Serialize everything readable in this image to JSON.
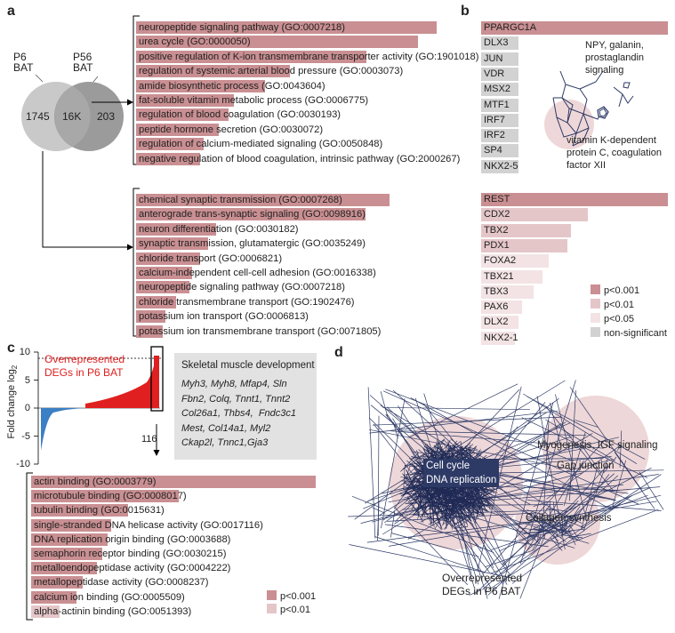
{
  "colors": {
    "p001": "#c98f92",
    "p01": "#e5c6c8",
    "p05": "#f3e3e4",
    "ns": "#d2d2d2",
    "neg_bar": "#3b7fc4",
    "pos_bar": "#e02020",
    "network_line": "#2e3a66",
    "circle": "#eed7d8"
  },
  "panel_a": {
    "letter": "a",
    "venn": {
      "left_label": "P6\nBAT",
      "right_label": "P56\nBAT",
      "left_count": "1745",
      "shared_count": "16K",
      "right_count": "203"
    },
    "top_terms": [
      {
        "label": "neuropeptide signaling pathway (GO:0007218)",
        "value": 0.98,
        "sig": "p001"
      },
      {
        "label": "urea cycle (GO:0000050)",
        "value": 0.92,
        "sig": "p001"
      },
      {
        "label": "positive regulation of K-ion transmembrane transporter activity (GO:1901018)",
        "value": 0.75,
        "sig": "p001"
      },
      {
        "label": "regulation of systemic arterial blood pressure (GO:0003073)",
        "value": 0.5,
        "sig": "p001"
      },
      {
        "label": "amide biosynthetic process (GO:0043604)",
        "value": 0.42,
        "sig": "p001"
      },
      {
        "label": "fat-soluble vitamin metabolic process (GO:0006775)",
        "value": 0.32,
        "sig": "p001"
      },
      {
        "label": "regulation of blood coagulation (GO:0030193)",
        "value": 0.3,
        "sig": "p001"
      },
      {
        "label": "peptide hormone secretion (GO:0030072)",
        "value": 0.27,
        "sig": "p001"
      },
      {
        "label": "regulation of calcium-mediated signaling (GO:0050848)",
        "value": 0.22,
        "sig": "p001"
      },
      {
        "label": "negative regulation of blood coagulation, intrinsic pathway (GO:2000267)",
        "value": 0.21,
        "sig": "p001"
      }
    ],
    "bottom_terms": [
      {
        "label": "chemical synaptic transmission (GO:0007268)",
        "value": 0.95,
        "sig": "p001"
      },
      {
        "label": "anterograde trans-synaptic signaling (GO:0098916)",
        "value": 0.86,
        "sig": "p001"
      },
      {
        "label": "neuron differentiation (GO:0030182)",
        "value": 0.3,
        "sig": "p001"
      },
      {
        "label": "synaptic transmission, glutamatergic (GO:0035249)",
        "value": 0.27,
        "sig": "p001"
      },
      {
        "label": "chloride transport (GO:0006821)",
        "value": 0.24,
        "sig": "p001"
      },
      {
        "label": "calcium-independent cell-cell adhesion (GO:0016338)",
        "value": 0.21,
        "sig": "p001"
      },
      {
        "label": "neuropeptide signaling pathway (GO:0007218)",
        "value": 0.2,
        "sig": "p001"
      },
      {
        "label": "chloride transmembrane transport (GO:1902476)",
        "value": 0.15,
        "sig": "p001"
      },
      {
        "label": "potassium ion transport (GO:0006813)",
        "value": 0.11,
        "sig": "p001"
      },
      {
        "label": "potassium ion transmembrane transport (GO:0071805)",
        "value": 0.1,
        "sig": "p001"
      }
    ]
  },
  "panel_b": {
    "letter": "b",
    "top_tfs": [
      {
        "label": "PPARGC1A",
        "value": 1.0,
        "sig": "p001"
      },
      {
        "label": "DLX3",
        "value": 0.2,
        "sig": "ns"
      },
      {
        "label": "JUN",
        "value": 0.2,
        "sig": "ns"
      },
      {
        "label": "VDR",
        "value": 0.2,
        "sig": "ns"
      },
      {
        "label": "MSX2",
        "value": 0.2,
        "sig": "ns"
      },
      {
        "label": "MTF1",
        "value": 0.2,
        "sig": "ns"
      },
      {
        "label": "IRF7",
        "value": 0.2,
        "sig": "ns"
      },
      {
        "label": "IRF2",
        "value": 0.2,
        "sig": "ns"
      },
      {
        "label": "SP4",
        "value": 0.2,
        "sig": "ns"
      },
      {
        "label": "NKX2-5",
        "value": 0.2,
        "sig": "ns"
      }
    ],
    "network_note_1": "NPY, galanin,\nprostaglandin\nsignaling",
    "network_note_2": "vitamin K-dependent\nprotein C, coagulation\nfactor XII",
    "bottom_tfs": [
      {
        "label": "REST",
        "value": 1.0,
        "sig": "p001"
      },
      {
        "label": "CDX2",
        "value": 0.57,
        "sig": "p01"
      },
      {
        "label": "TBX2",
        "value": 0.48,
        "sig": "p01"
      },
      {
        "label": "PDX1",
        "value": 0.46,
        "sig": "p01"
      },
      {
        "label": "FOXA2",
        "value": 0.36,
        "sig": "p05"
      },
      {
        "label": "TBX21",
        "value": 0.33,
        "sig": "p05"
      },
      {
        "label": "TBX3",
        "value": 0.28,
        "sig": "p05"
      },
      {
        "label": "PAX6",
        "value": 0.22,
        "sig": "p05"
      },
      {
        "label": "DLX2",
        "value": 0.2,
        "sig": "p05"
      },
      {
        "label": "NKX2-1",
        "value": 0.18,
        "sig": "p05"
      }
    ],
    "legend": [
      {
        "label": "p<0.001",
        "key": "p001"
      },
      {
        "label": "p<0.01",
        "key": "p01"
      },
      {
        "label": "p<0.05",
        "key": "p05"
      },
      {
        "label": "non-significant",
        "key": "ns"
      }
    ]
  },
  "panel_c": {
    "letter": "c",
    "ylabel": "Fold change log",
    "ylabel_sub": "2",
    "yticks": [
      "10",
      "5",
      "0",
      "-5",
      "-10"
    ],
    "red_label": "Overrepresented\nDEGs in P6 BAT",
    "count_label": "116",
    "box_title": "Skeletal  muscle development",
    "box_genes": "Myh3, Myh8, Mfap4, Sln\nFbn2, Colq, Tnnt1, Tnnt2\nCol26a1, Thbs4,  Fndc3c1\nMest, Col14a1, Myl2\nCkap2l, Tnnc1,Gja3",
    "terms": [
      {
        "label": "actin binding (GO:0003779)",
        "value": 1.0,
        "sig": "p001"
      },
      {
        "label": "microtubule binding (GO:0008017)",
        "value": 0.52,
        "sig": "p001"
      },
      {
        "label": "tubulin binding (GO:0015631)",
        "value": 0.34,
        "sig": "p001"
      },
      {
        "label": "single-stranded DNA helicase activity (GO:0017116)",
        "value": 0.28,
        "sig": "p001"
      },
      {
        "label": "DNA replication origin binding (GO:0003688)",
        "value": 0.27,
        "sig": "p001"
      },
      {
        "label": "semaphorin receptor binding (GO:0030215)",
        "value": 0.25,
        "sig": "p001"
      },
      {
        "label": "metalloendopeptidase activity (GO:0004222)",
        "value": 0.23,
        "sig": "p001"
      },
      {
        "label": "metallopeptidase activity (GO:0008237)",
        "value": 0.18,
        "sig": "p001"
      },
      {
        "label": "calcium ion binding (GO:0005509)",
        "value": 0.16,
        "sig": "p001"
      },
      {
        "label": "alpha-actinin binding (GO:0051393)",
        "value": 0.1,
        "sig": "p01"
      }
    ],
    "legend": [
      {
        "label": "p<0.001",
        "key": "p001"
      },
      {
        "label": "p<0.01",
        "key": "p01"
      }
    ]
  },
  "panel_d": {
    "letter": "d",
    "cluster_1": "Cell cycle\nDNA replication",
    "cluster_2": "Myogenesis, IGF signaling",
    "cluster_3": "Gap junction",
    "cluster_4": "Collagen synthesis",
    "caption": "Overrepresented\nDEGs in P6 BAT"
  }
}
